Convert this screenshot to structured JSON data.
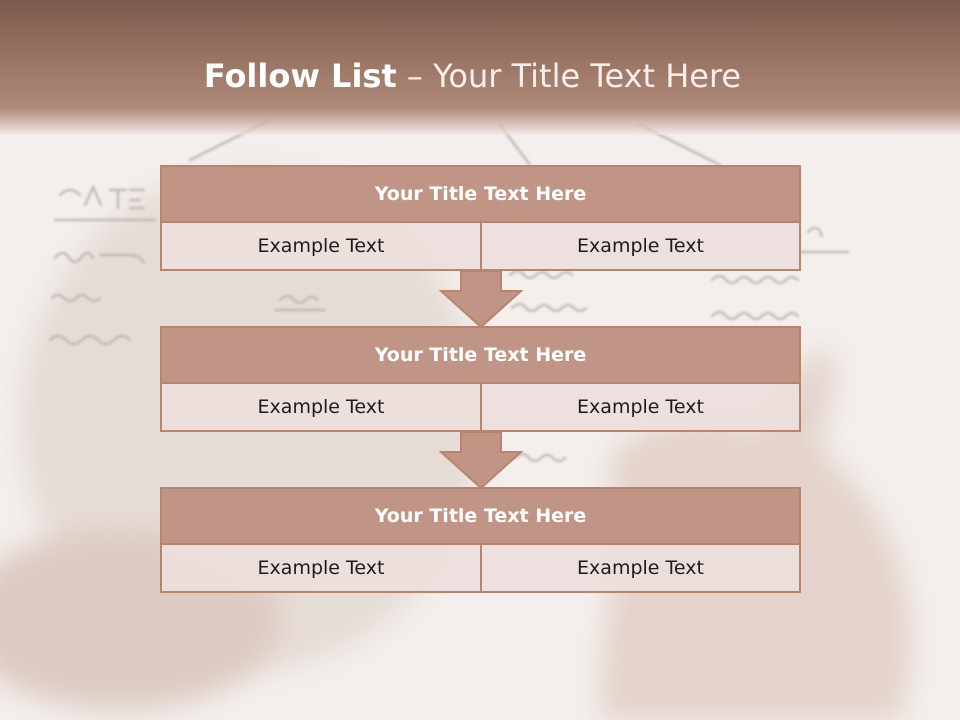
{
  "slide": {
    "title_bold": "Follow List",
    "title_rest": " – Your Title Text Here"
  },
  "blocks": [
    {
      "title": "Your Title Text Here",
      "left": "Example Text",
      "right": "Example Text"
    },
    {
      "title": "Your Title Text Here",
      "left": "Example Text",
      "right": "Example Text"
    },
    {
      "title": "Your Title Text Here",
      "left": "Example Text",
      "right": "Example Text"
    }
  ],
  "colors": {
    "accent": "#c19585",
    "border": "#b9836e",
    "header_band": "#9a7565",
    "cell_fill": "#ece0dc"
  }
}
